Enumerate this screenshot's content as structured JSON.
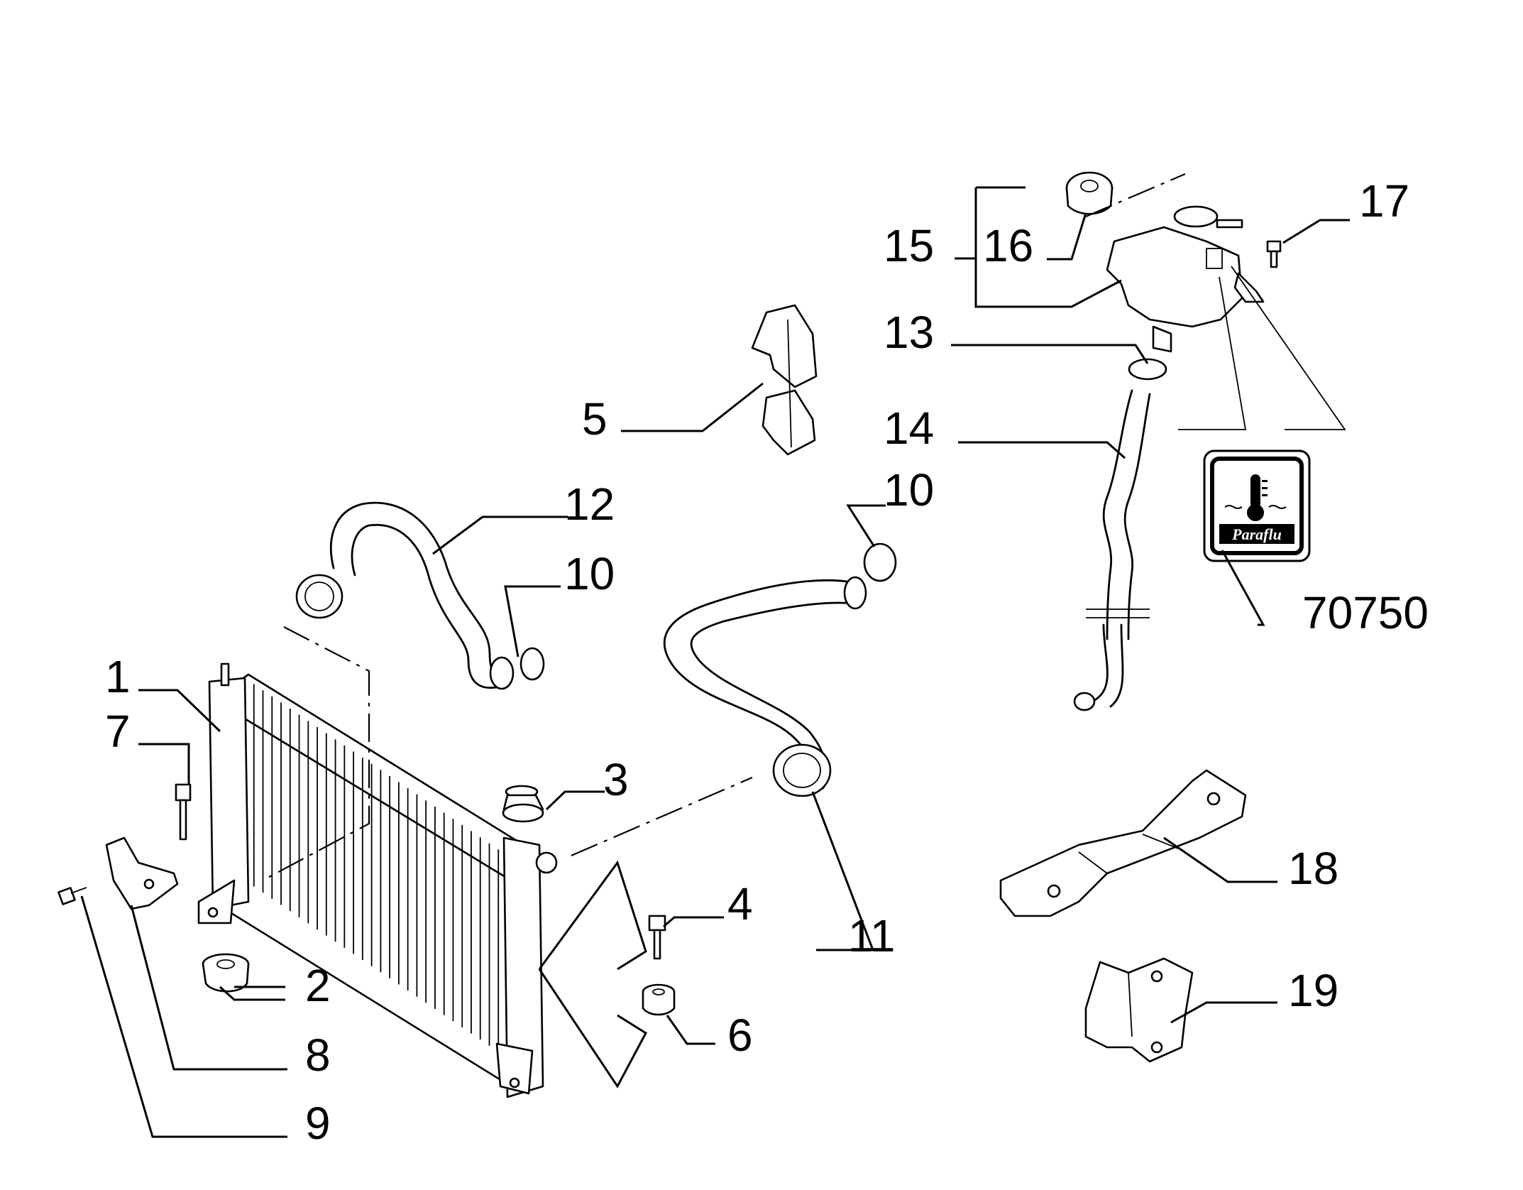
{
  "diagram": {
    "callouts": [
      {
        "id": "c1",
        "text": "1"
      },
      {
        "id": "c2",
        "text": "2"
      },
      {
        "id": "c3",
        "text": "3"
      },
      {
        "id": "c4",
        "text": "4"
      },
      {
        "id": "c5",
        "text": "5"
      },
      {
        "id": "c6",
        "text": "6"
      },
      {
        "id": "c7",
        "text": "7"
      },
      {
        "id": "c8",
        "text": "8"
      },
      {
        "id": "c9",
        "text": "9"
      },
      {
        "id": "c10a",
        "text": "10"
      },
      {
        "id": "c10b",
        "text": "10"
      },
      {
        "id": "c11",
        "text": "11"
      },
      {
        "id": "c12",
        "text": "12"
      },
      {
        "id": "c13",
        "text": "13"
      },
      {
        "id": "c14",
        "text": "14"
      },
      {
        "id": "c15",
        "text": "15"
      },
      {
        "id": "c16",
        "text": "16"
      },
      {
        "id": "c17",
        "text": "17"
      },
      {
        "id": "c18",
        "text": "18"
      },
      {
        "id": "c19",
        "text": "19"
      },
      {
        "id": "c70750",
        "text": "70750"
      }
    ],
    "coolant_badge": {
      "brand": "Paraflu",
      "icon": "thermometer-coolant-icon"
    }
  }
}
